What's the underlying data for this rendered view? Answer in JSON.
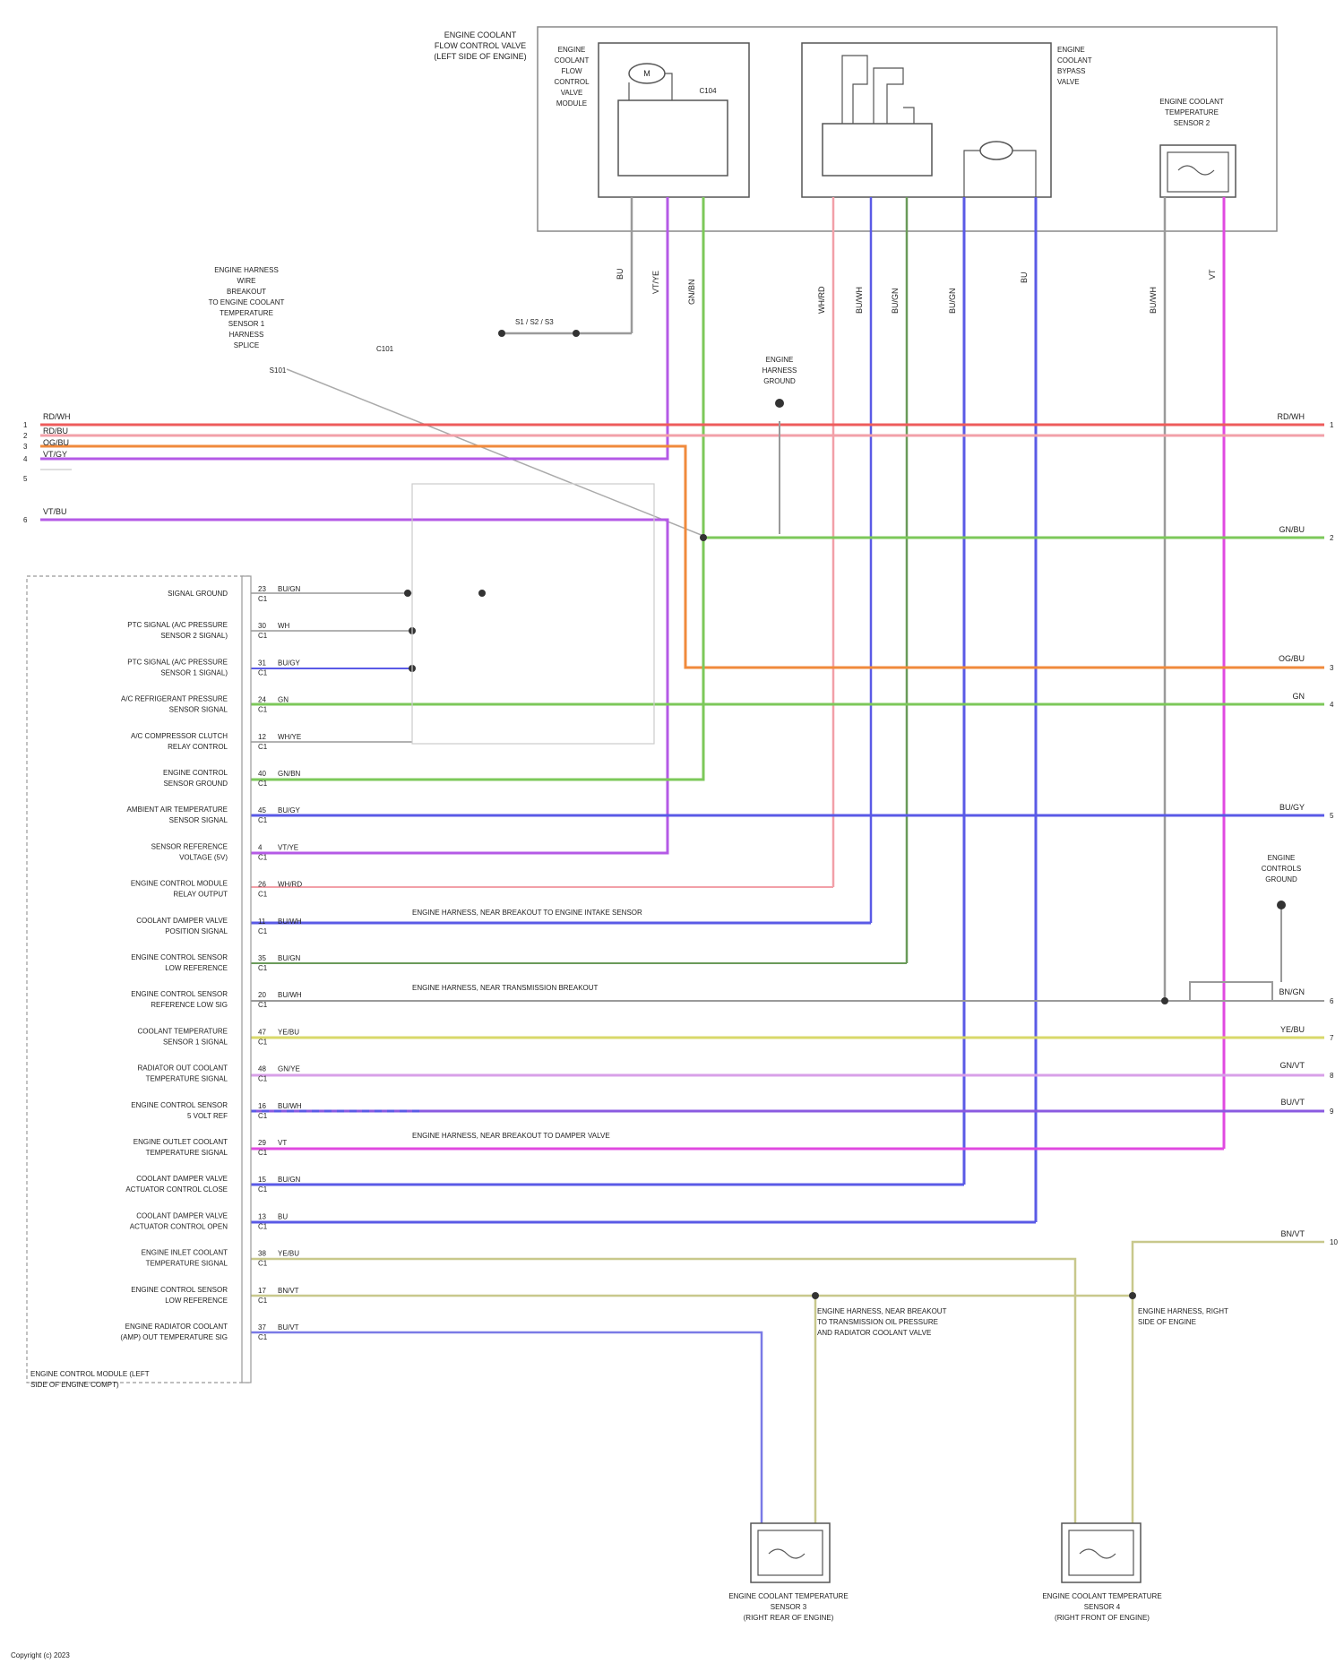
{
  "title": "",
  "footer": "Copyright (c) 2023",
  "top_components": {
    "flow_valve_location": [
      "ENGINE COOLANT",
      "FLOW CONTROL VALVE",
      "(LEFT SIDE OF ENGINE)"
    ],
    "flow_valve_body": [
      "ENGINE",
      "COOLANT",
      "FLOW",
      "CONTROL",
      "VALVE",
      "MODULE"
    ],
    "bypass_valve": [
      "ENGINE",
      "COOLANT",
      "BYPASS",
      "VALVE"
    ],
    "temp_sensor_top": [
      "ENGINE COOLANT",
      "TEMPERATURE",
      "SENSOR 2"
    ],
    "motor_label": "M",
    "sensor_splice_label": "C104",
    "ecm_ground": "C101",
    "splice_label": "S1 / S2 / S3"
  },
  "left_bus": [
    {
      "num": "1",
      "label": "RD/WH"
    },
    {
      "num": "2",
      "label": "RD/BU"
    },
    {
      "num": "3",
      "label": "OG/BU"
    },
    {
      "num": "4",
      "label": "VT/GY"
    },
    {
      "num": "5",
      "label": ""
    },
    {
      "num": "6",
      "label": "VT/BU"
    }
  ],
  "right_bus": [
    {
      "num": "1",
      "label": "RD/WH"
    },
    {
      "num": "2",
      "label": "GN/BU"
    },
    {
      "num": "3",
      "label": "OG/BU"
    },
    {
      "num": "4",
      "label": "GN"
    },
    {
      "num": "5",
      "label": "BU/GY"
    },
    {
      "num": "6",
      "label": "BN/GN"
    },
    {
      "num": "7",
      "label": "YE/BU"
    },
    {
      "num": "8",
      "label": "GN/VT"
    },
    {
      "num": "9",
      "label": "BU/VT"
    },
    {
      "num": "10",
      "label": "BN/VT"
    }
  ],
  "left_annotation": [
    "ENGINE HARNESS",
    "WIRE",
    "BREAKOUT",
    "TO ENGINE COOLANT",
    "TEMPERATURE",
    "SENSOR 1",
    "HARNESS",
    "SPLICE",
    "S101"
  ],
  "ground_label": [
    "ENGINE",
    "HARNESS",
    "GROUND"
  ],
  "ground_label_2": [
    "ENGINE",
    "CONTROLS",
    "GROUND"
  ],
  "ecm_location": [
    "ENGINE CONTROL MODULE (LEFT",
    "SIDE OF ENGINE COMPT)"
  ],
  "ecm_pins": [
    {
      "desc": [
        "SIGNAL GROUND"
      ],
      "pin": "23",
      "wire": "BU/GN",
      "cav": "C1"
    },
    {
      "desc": [
        "PTC SIGNAL (A/C PRESSURE",
        "SENSOR 2 SIGNAL)"
      ],
      "pin": "30",
      "wire": "WH",
      "cav": "C1"
    },
    {
      "desc": [
        "PTC SIGNAL (A/C PRESSURE",
        "SENSOR 1 SIGNAL)"
      ],
      "pin": "31",
      "wire": "BU/GY",
      "cav": "C1"
    },
    {
      "desc": [
        "A/C REFRIGERANT PRESSURE",
        "SENSOR SIGNAL"
      ],
      "pin": "24",
      "wire": "GN",
      "cav": "C1"
    },
    {
      "desc": [
        "A/C COMPRESSOR CLUTCH",
        "RELAY CONTROL"
      ],
      "pin": "12",
      "wire": "WH/YE",
      "cav": "C1"
    },
    {
      "desc": [
        "ENGINE CONTROL",
        "SENSOR GROUND"
      ],
      "pin": "40",
      "wire": "GN/BN",
      "cav": "C1"
    },
    {
      "desc": [
        "AMBIENT AIR TEMPERATURE",
        "SENSOR SIGNAL"
      ],
      "pin": "45",
      "wire": "BU/GY",
      "cav": "C1"
    },
    {
      "desc": [
        "SENSOR REFERENCE",
        "VOLTAGE (5V)"
      ],
      "pin": "4",
      "wire": "VT/YE",
      "cav": "C1"
    },
    {
      "desc": [
        "ENGINE CONTROL MODULE",
        "RELAY OUTPUT"
      ],
      "pin": "26",
      "wire": "WH/RD",
      "cav": "C1"
    },
    {
      "desc": [
        "COOLANT DAMPER VALVE",
        "POSITION SIGNAL"
      ],
      "pin": "11",
      "wire": "BU/WH",
      "cav": "C1"
    },
    {
      "desc": [
        "ENGINE CONTROL SENSOR",
        "LOW REFERENCE"
      ],
      "pin": "35",
      "wire": "BU/GN",
      "cav": "C1"
    },
    {
      "desc": [
        "ENGINE CONTROL SENSOR",
        "REFERENCE LOW SIG"
      ],
      "pin": "20",
      "wire": "BU/WH",
      "cav": "C1"
    },
    {
      "desc": [
        "COOLANT TEMPERATURE",
        "SENSOR 1 SIGNAL"
      ],
      "pin": "47",
      "wire": "YE/BU",
      "cav": "C1"
    },
    {
      "desc": [
        "RADIATOR OUT COOLANT",
        "TEMPERATURE SIGNAL"
      ],
      "pin": "48",
      "wire": "GN/YE",
      "cav": "C1"
    },
    {
      "desc": [
        "ENGINE CONTROL SENSOR",
        "5 VOLT REF"
      ],
      "pin": "16",
      "wire": "BU/WH",
      "cav": "C1"
    },
    {
      "desc": [
        "ENGINE OUTLET COOLANT",
        "TEMPERATURE SIGNAL"
      ],
      "pin": "29",
      "wire": "VT",
      "cav": "C1"
    },
    {
      "desc": [
        "COOLANT DAMPER VALVE",
        "ACTUATOR CONTROL CLOSE"
      ],
      "pin": "15",
      "wire": "BU/GN",
      "cav": "C1"
    },
    {
      "desc": [
        "COOLANT DAMPER VALVE",
        "ACTUATOR CONTROL OPEN"
      ],
      "pin": "13",
      "wire": "BU",
      "cav": "C1"
    },
    {
      "desc": [
        "ENGINE INLET COOLANT",
        "TEMPERATURE SIGNAL"
      ],
      "pin": "38",
      "wire": "YE/BU",
      "cav": "C1"
    },
    {
      "desc": [
        "ENGINE CONTROL SENSOR",
        "LOW REFERENCE"
      ],
      "pin": "17",
      "wire": "BN/VT",
      "cav": "C1"
    },
    {
      "desc": [
        "ENGINE RADIATOR COOLANT",
        "(AMP) OUT TEMPERATURE SIG"
      ],
      "pin": "37",
      "wire": "BU/VT",
      "cav": "C1"
    }
  ],
  "mid_notes": [
    "ENGINE HARNESS, NEAR BREAKOUT TO ENGINE INTAKE SENSOR",
    "ENGINE HARNESS, NEAR TRANSMISSION BREAKOUT",
    "ENGINE HARNESS, NEAR BREAKOUT TO DAMPER VALVE"
  ],
  "bottom_sensors": [
    {
      "lines": [
        "ENGINE COOLANT TEMPERATURE",
        "SENSOR 3",
        "(RIGHT REAR OF ENGINE)"
      ]
    },
    {
      "lines": [
        "ENGINE COOLANT TEMPERATURE",
        "SENSOR 4",
        "(RIGHT FRONT OF ENGINE)"
      ]
    }
  ],
  "bottom_notes": [
    "ENGINE HARNESS, NEAR BREAKOUT",
    "TO TRANSMISSION OIL PRESSURE",
    "AND RADIATOR COOLANT VALVE"
  ],
  "right_note": [
    "ENGINE HARNESS, RIGHT",
    "SIDE OF ENGINE"
  ],
  "colors": {
    "red": "#ee5c5c",
    "pink": "#f2a0a8",
    "orange": "#f08a3c",
    "violet": "#b45ae6",
    "green": "#7cc85a",
    "blue": "#5a5ae6",
    "darkgreen": "#6a9a5a",
    "magenta": "#e04ae0",
    "olive": "#c8c88c",
    "yellow": "#d8d86a",
    "grey": "#9a9a9a",
    "lightviolet": "#d8a0e8"
  }
}
